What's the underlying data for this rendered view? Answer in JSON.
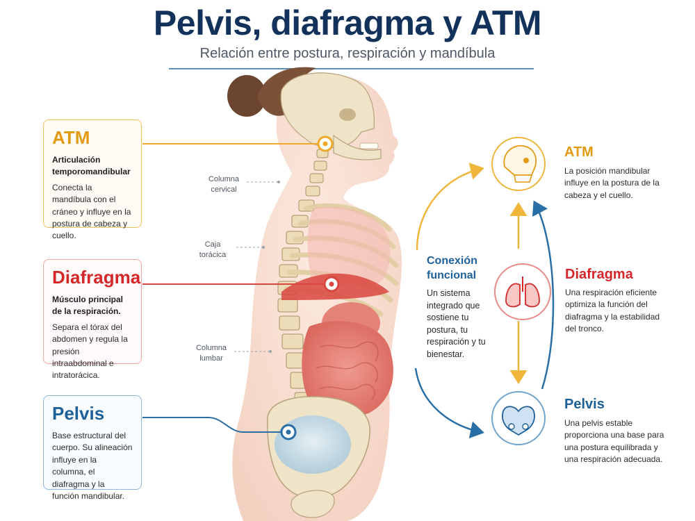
{
  "header": {
    "title": "Pelvis, diafragma y ATM",
    "subtitle": "Relación entre postura, respiración y mandíbula"
  },
  "left_cards": {
    "atm": {
      "title": "ATM",
      "subtitle": "Articulación temporomandibular",
      "text": "Conecta la mandíbula con el cráneo y influye en la postura de cabeza y cuello."
    },
    "diafragma": {
      "title": "Diafragma",
      "subtitle": "Músculo principal de la respiración.",
      "text": "Separa el tórax del abdomen y regula la presión intraabdominal e intratorácica."
    },
    "pelvis": {
      "title": "Pelvis",
      "text": "Base estructural del cuerpo. Su alineación influye en la columna, el diafragma y la función mandibular."
    }
  },
  "anatomy_labels": {
    "cervical": "Columna cervical",
    "caja": "Caja torácica",
    "lumbar": "Columna lumbar"
  },
  "connection": {
    "title": "Conexión funcional",
    "text": "Un sistema integrado que sostiene tu postura, tu respiración y tu bienestar."
  },
  "right_items": {
    "atm": {
      "title": "ATM",
      "text": "La posición mandibular influye en la postura de la cabeza y el cuello."
    },
    "diafragma": {
      "title": "Diafragma",
      "text": "Una respiración eficiente optimiza la función del diafragma y la estabilidad del tronco."
    },
    "pelvis": {
      "title": "Pelvis",
      "text": "Una pelvis estable proporciona una base para una postura equilibrada y una respiración adecuada."
    }
  },
  "colors": {
    "title": "#13325b",
    "atm": "#e29a12",
    "diafragma": "#d4272a",
    "pelvis": "#1d5f99"
  },
  "icons": {
    "atm": "skull-icon",
    "diafragma": "lungs-icon",
    "pelvis": "pelvis-icon"
  }
}
